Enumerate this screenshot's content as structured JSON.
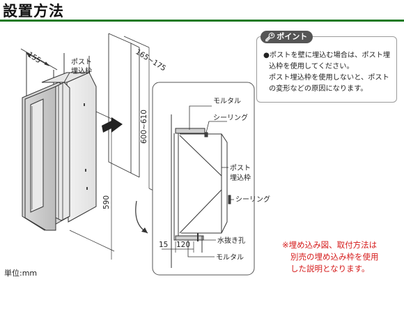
{
  "title": "設置方法",
  "labels": {
    "dim_155": "155",
    "post_frame_left": [
      "ポスト",
      "埋込枠"
    ],
    "dim_165_175": "165~175",
    "dim_600_610": "600~610",
    "dim_590": "590",
    "mortar_top": "モルタル",
    "sealing_top": "シーリング",
    "post_frame_right": [
      "ポスト",
      "埋込枠"
    ],
    "sealing_right": "シーリング",
    "dim_15": "15",
    "dim_120": "120",
    "drain_hole": "水抜き孔",
    "mortar_bottom": "モルタル"
  },
  "point": {
    "tag": "ポイント",
    "lines": [
      "●ポストを壁に埋込む場合は、ポスト埋",
      "込枠を使用してください。",
      "ポスト埋込枠を使用しないと、ポスト",
      "の変形などの原因になります。"
    ]
  },
  "note": {
    "lines": [
      "※埋め込み図、取付方法は",
      "別売の埋め込み枠を使用",
      "した説明となります。"
    ]
  },
  "unit": "単位:mm",
  "colors": {
    "accent_green": "#1a7a23",
    "note_red": "#d51a1a",
    "tag_gray": "#555555"
  }
}
